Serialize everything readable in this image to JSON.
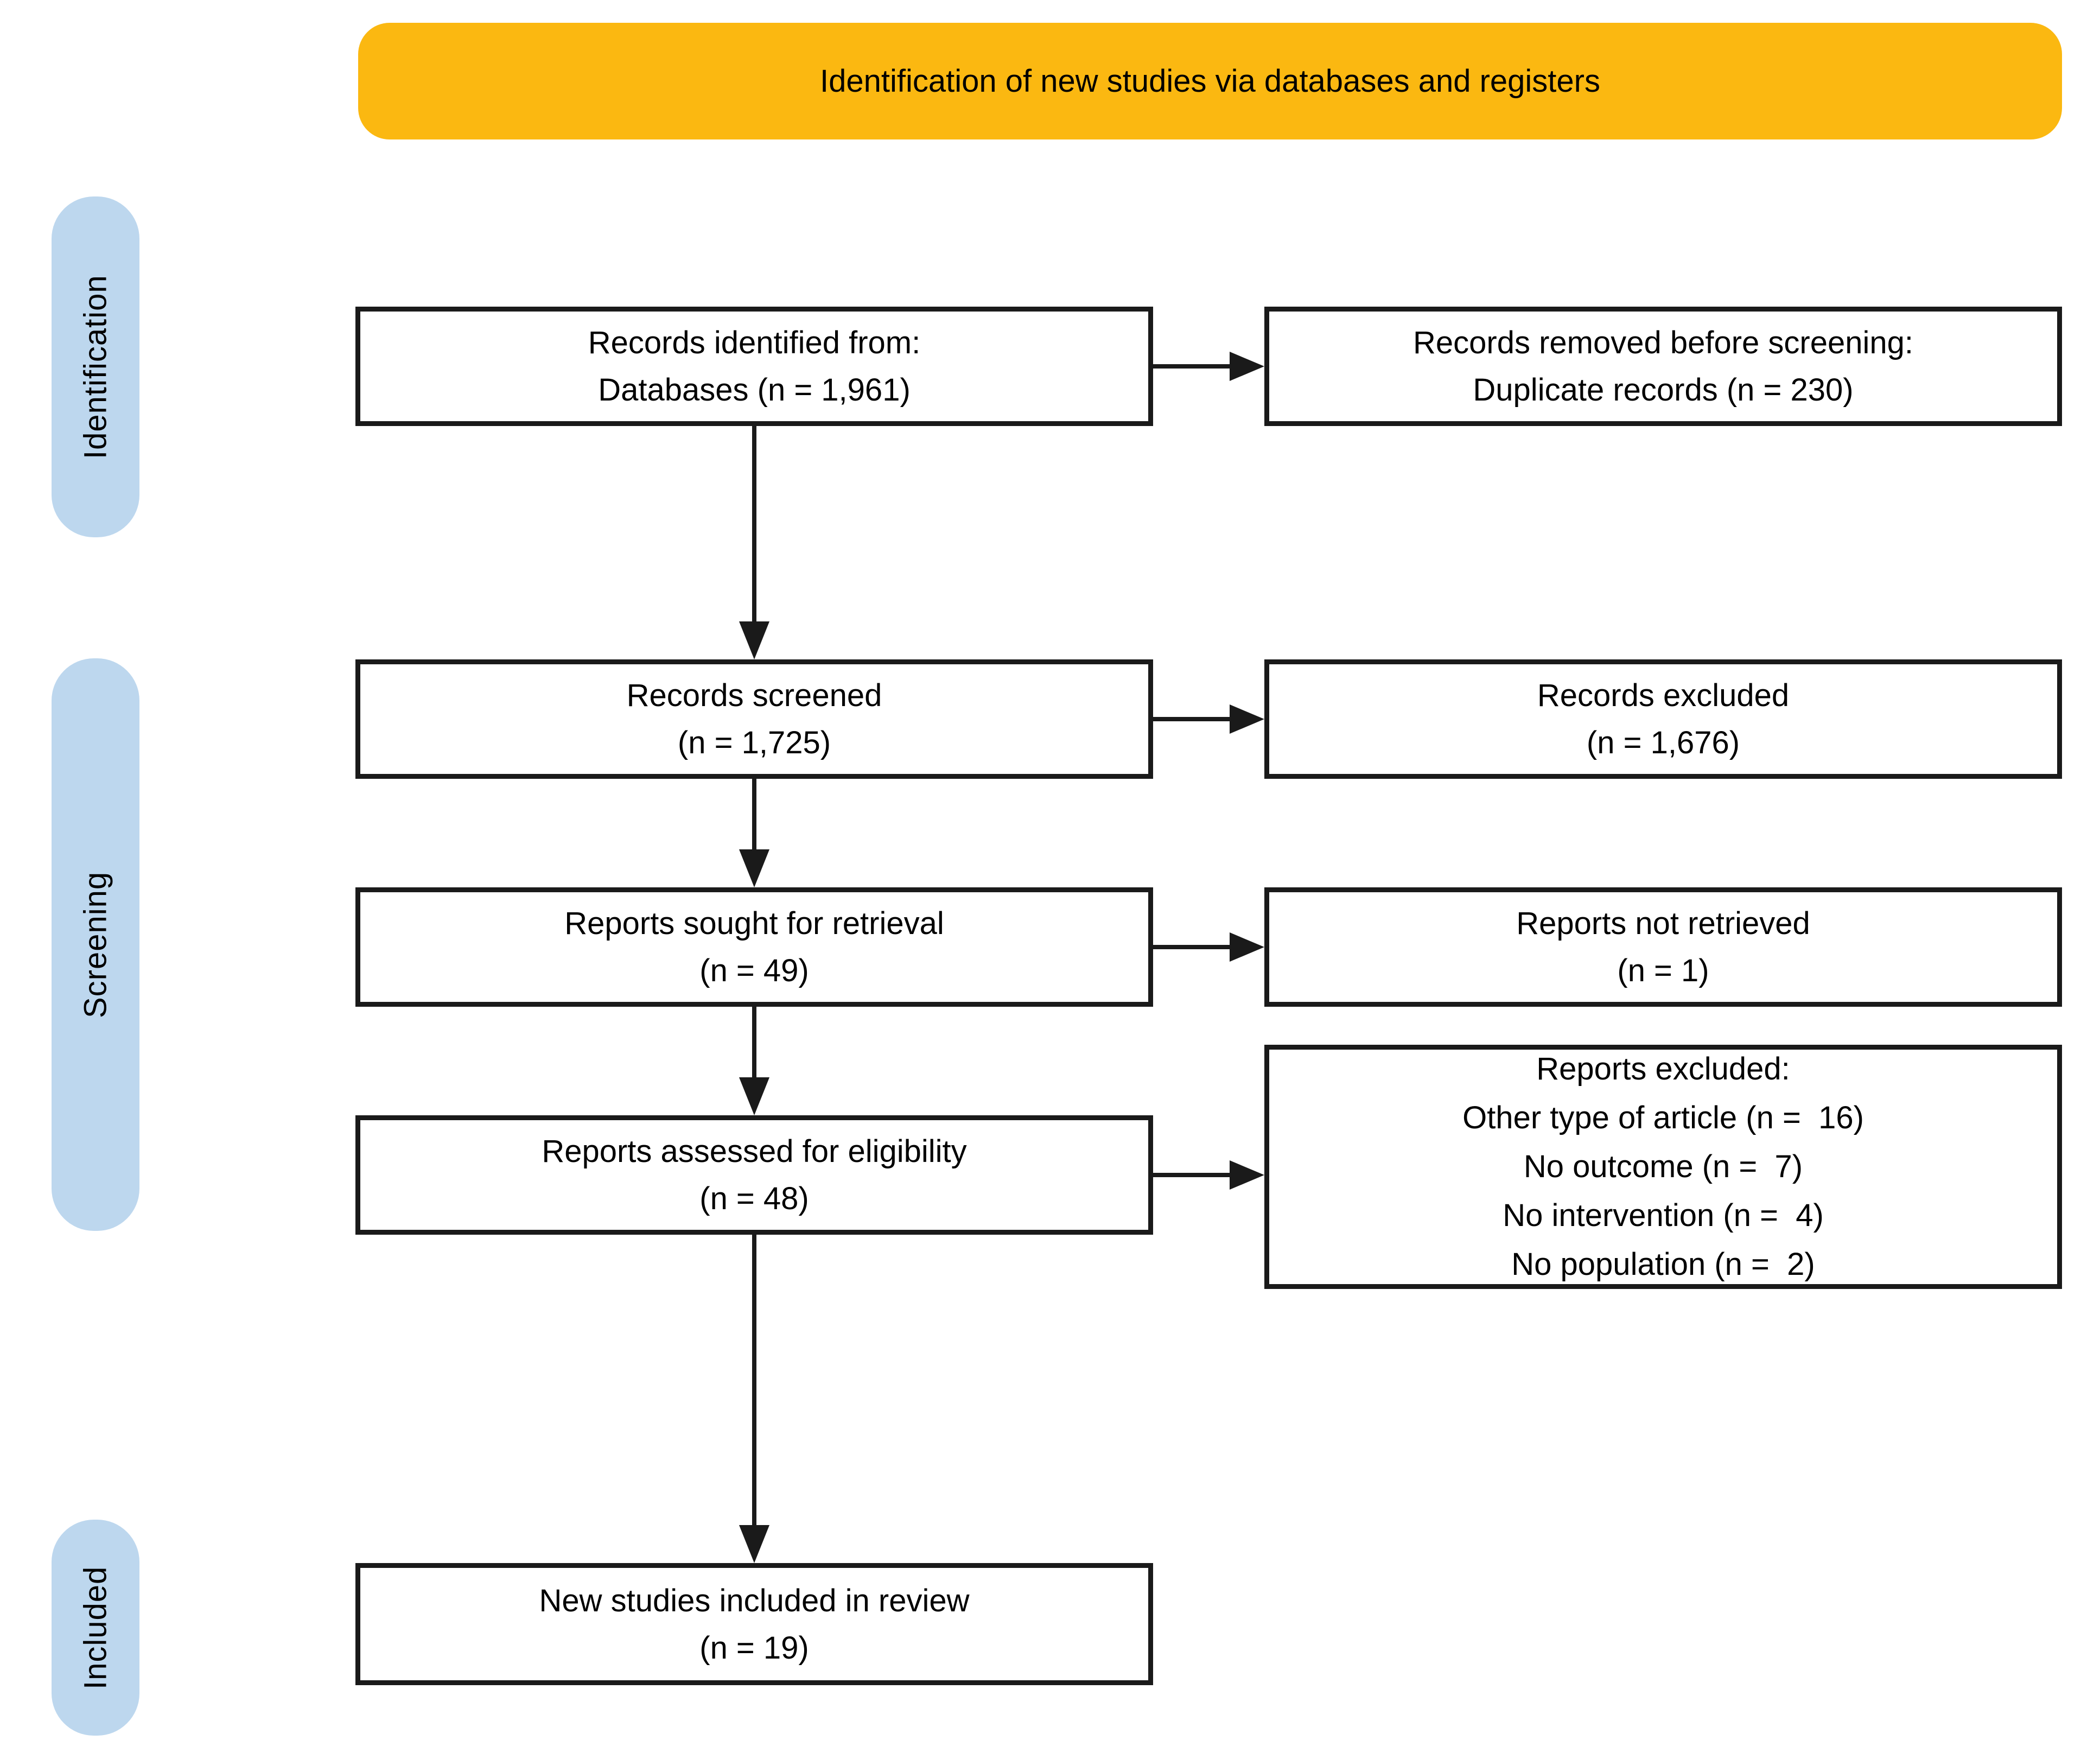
{
  "colors": {
    "banner_bg": "#FBB811",
    "stage_bg": "#BDD7EE",
    "line": "#1A1A1A",
    "box_bg": "#FFFFFF"
  },
  "banner": {
    "label": "Identification of new studies via databases and registers"
  },
  "stages": [
    {
      "label": "Identification"
    },
    {
      "label": "Screening"
    },
    {
      "label": "Included"
    }
  ],
  "flow": {
    "main": [
      {
        "lines": [
          "Records identified from:",
          "Databases (n = 1,961)"
        ]
      },
      {
        "lines": [
          "Records screened",
          "(n = 1,725)"
        ]
      },
      {
        "lines": [
          "Reports sought for retrieval",
          "(n = 49)"
        ]
      },
      {
        "lines": [
          "Reports assessed for eligibility",
          "(n = 48)"
        ]
      },
      {
        "lines": [
          "New studies included in review",
          "(n = 19)"
        ]
      }
    ],
    "side": [
      {
        "lines": [
          "Records removed before screening:",
          "Duplicate records (n = 230)"
        ]
      },
      {
        "lines": [
          "Records excluded",
          "(n = 1,676)"
        ]
      },
      {
        "lines": [
          "Reports not retrieved",
          "(n = 1)"
        ]
      },
      {
        "lines": [
          "Reports excluded:",
          "Other type of article (n =  16)",
          "No outcome (n =  7)",
          "No intervention (n =  4)",
          "No population (n =  2)"
        ]
      }
    ]
  }
}
